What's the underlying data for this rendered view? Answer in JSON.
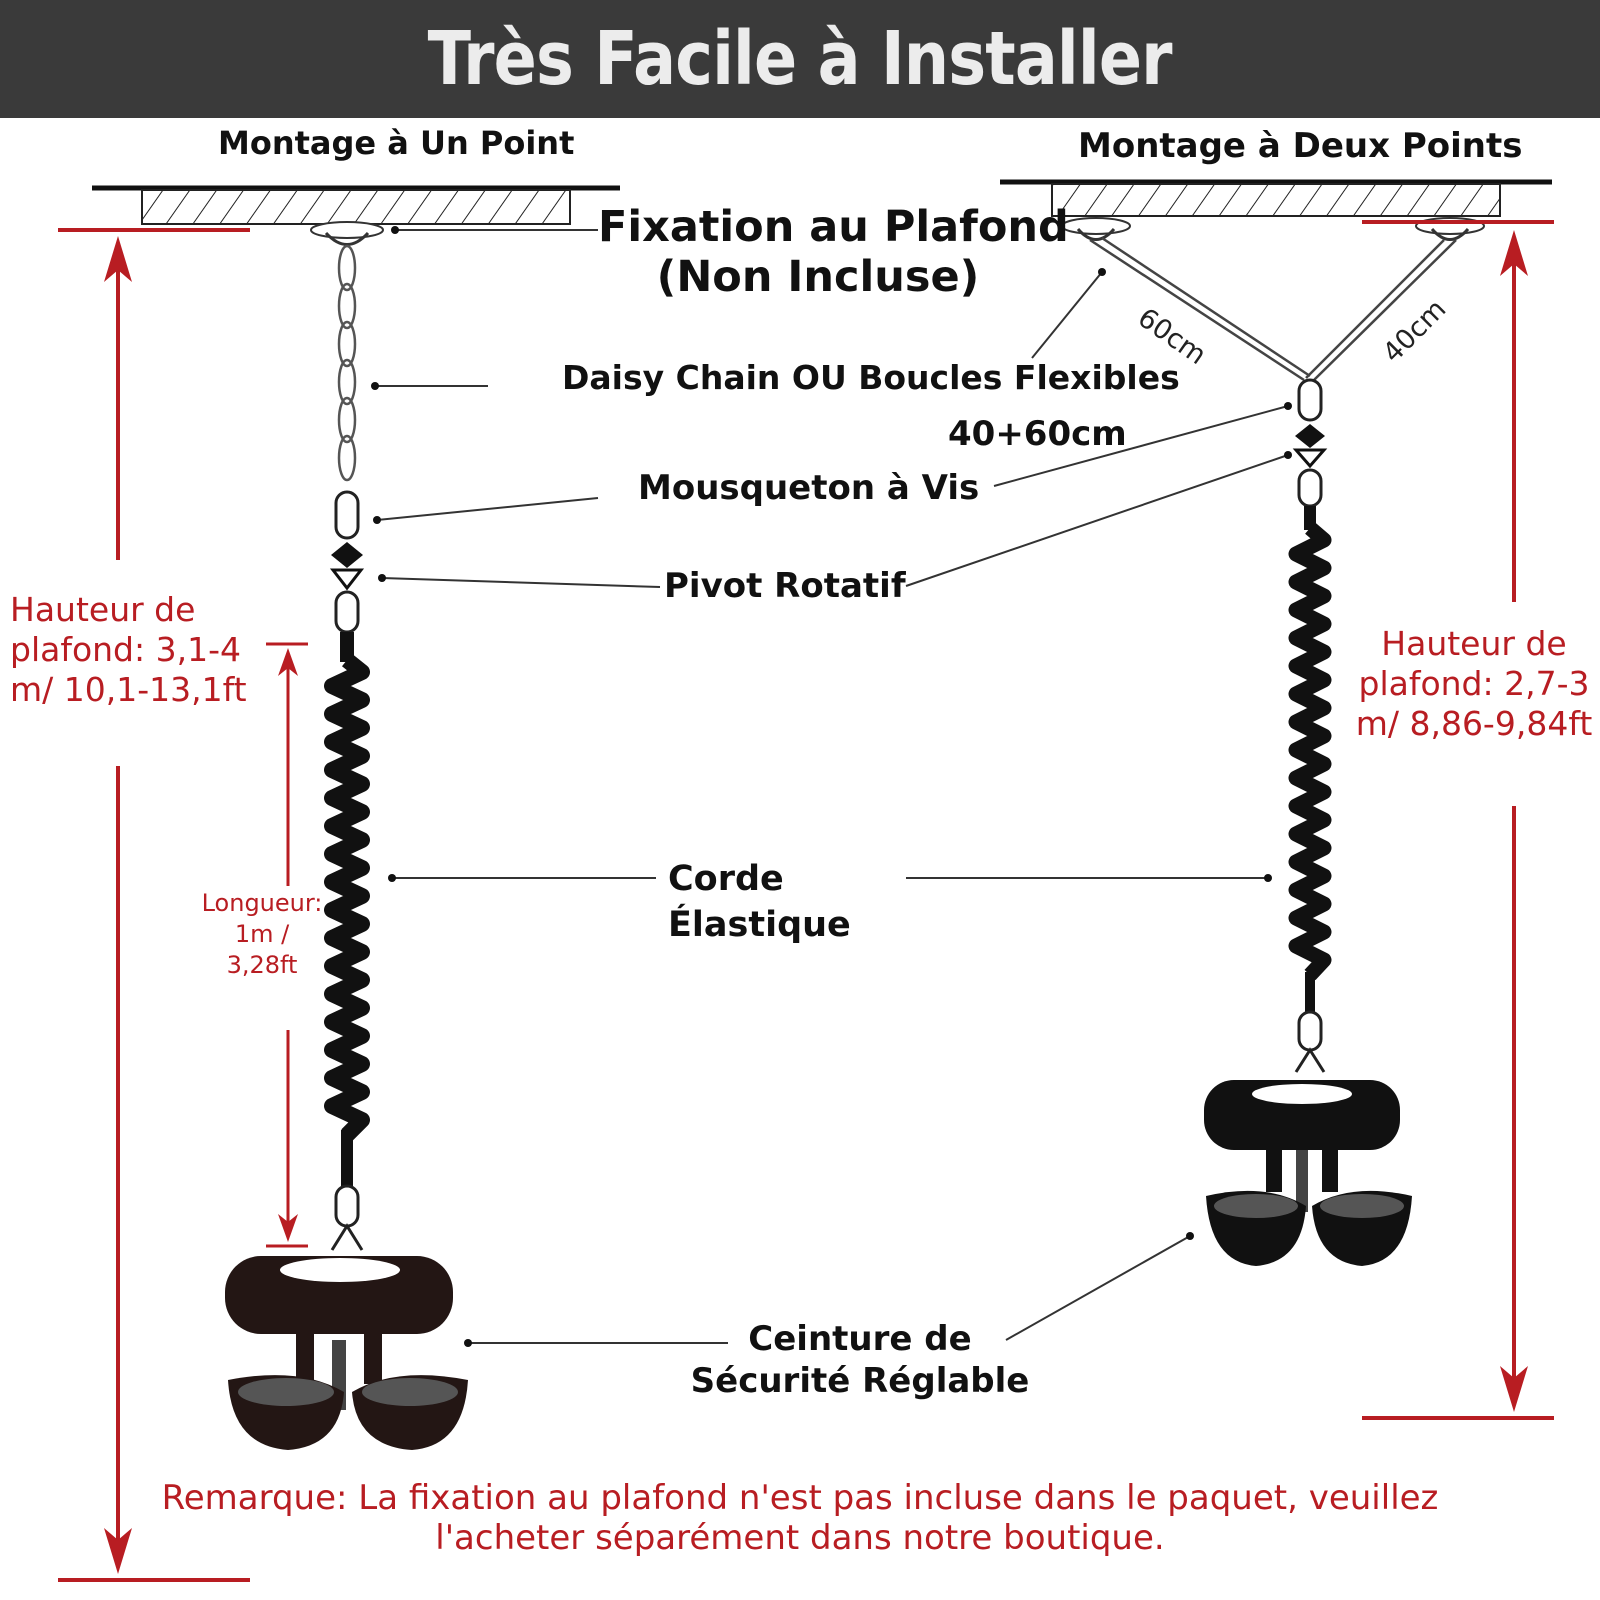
{
  "title": "Très Facile à Installer",
  "headings": {
    "single_point": "Montage à Un Point",
    "two_points": "Montage à Deux Points"
  },
  "callouts": {
    "ceiling_fixture_line1": "Fixation au Plafond",
    "ceiling_fixture_line2": "(Non Incluse)",
    "daisy_chain": "Daisy Chain OU Boucles Flexibles",
    "strap_length": "40+60cm",
    "screw_carabiner": "Mousqueton à Vis",
    "swivel": "Pivot Rotatif",
    "bungee_line1": "Corde",
    "bungee_line2": "Élastique",
    "harness_line1": "Ceinture de",
    "harness_line2": "Sécurité Réglable"
  },
  "strap_labels": {
    "left": "60cm",
    "right": "40cm"
  },
  "measurements": {
    "left_ceiling_line1": "Hauteur de",
    "left_ceiling_line2": "plafond: 3,1-4",
    "left_ceiling_line3": "m/ 10,1-13,1ft",
    "right_ceiling_line1": "Hauteur de",
    "right_ceiling_line2": "plafond: 2,7-3",
    "right_ceiling_line3": "m/ 8,86-9,84ft",
    "length_line1": "Longueur:",
    "length_line2": "1m /",
    "length_line3": "3,28ft"
  },
  "note_line1": "Remarque: La fixation au plafond n'est pas incluse dans le paquet, veuillez",
  "note_line2": "l'acheter séparément dans notre boutique.",
  "colors": {
    "banner": "#3a3a3a",
    "accent_red": "#b81d22",
    "text": "#111111"
  }
}
